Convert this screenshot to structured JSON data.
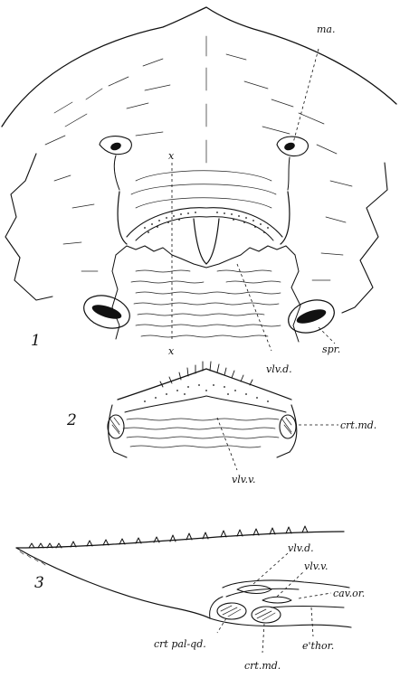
{
  "figure_numbers": {
    "fig1": "1",
    "fig2": "2",
    "fig3": "3"
  },
  "labels": {
    "ma": "ma.",
    "x_top": "x",
    "x_bottom": "x",
    "spr": "spr.",
    "vlv_d": "vlv.d.",
    "crt_md": "crt.md.",
    "vlv_v": "vlv.v.",
    "fig3_vlv_d": "vlv.d.",
    "fig3_vlv_v": "vlv.v.",
    "cav_or": "cav.or.",
    "crt_pal_qd": "crt pal-qd.",
    "fig3_crt_md": "crt.md.",
    "e_thor": "e'thor."
  }
}
